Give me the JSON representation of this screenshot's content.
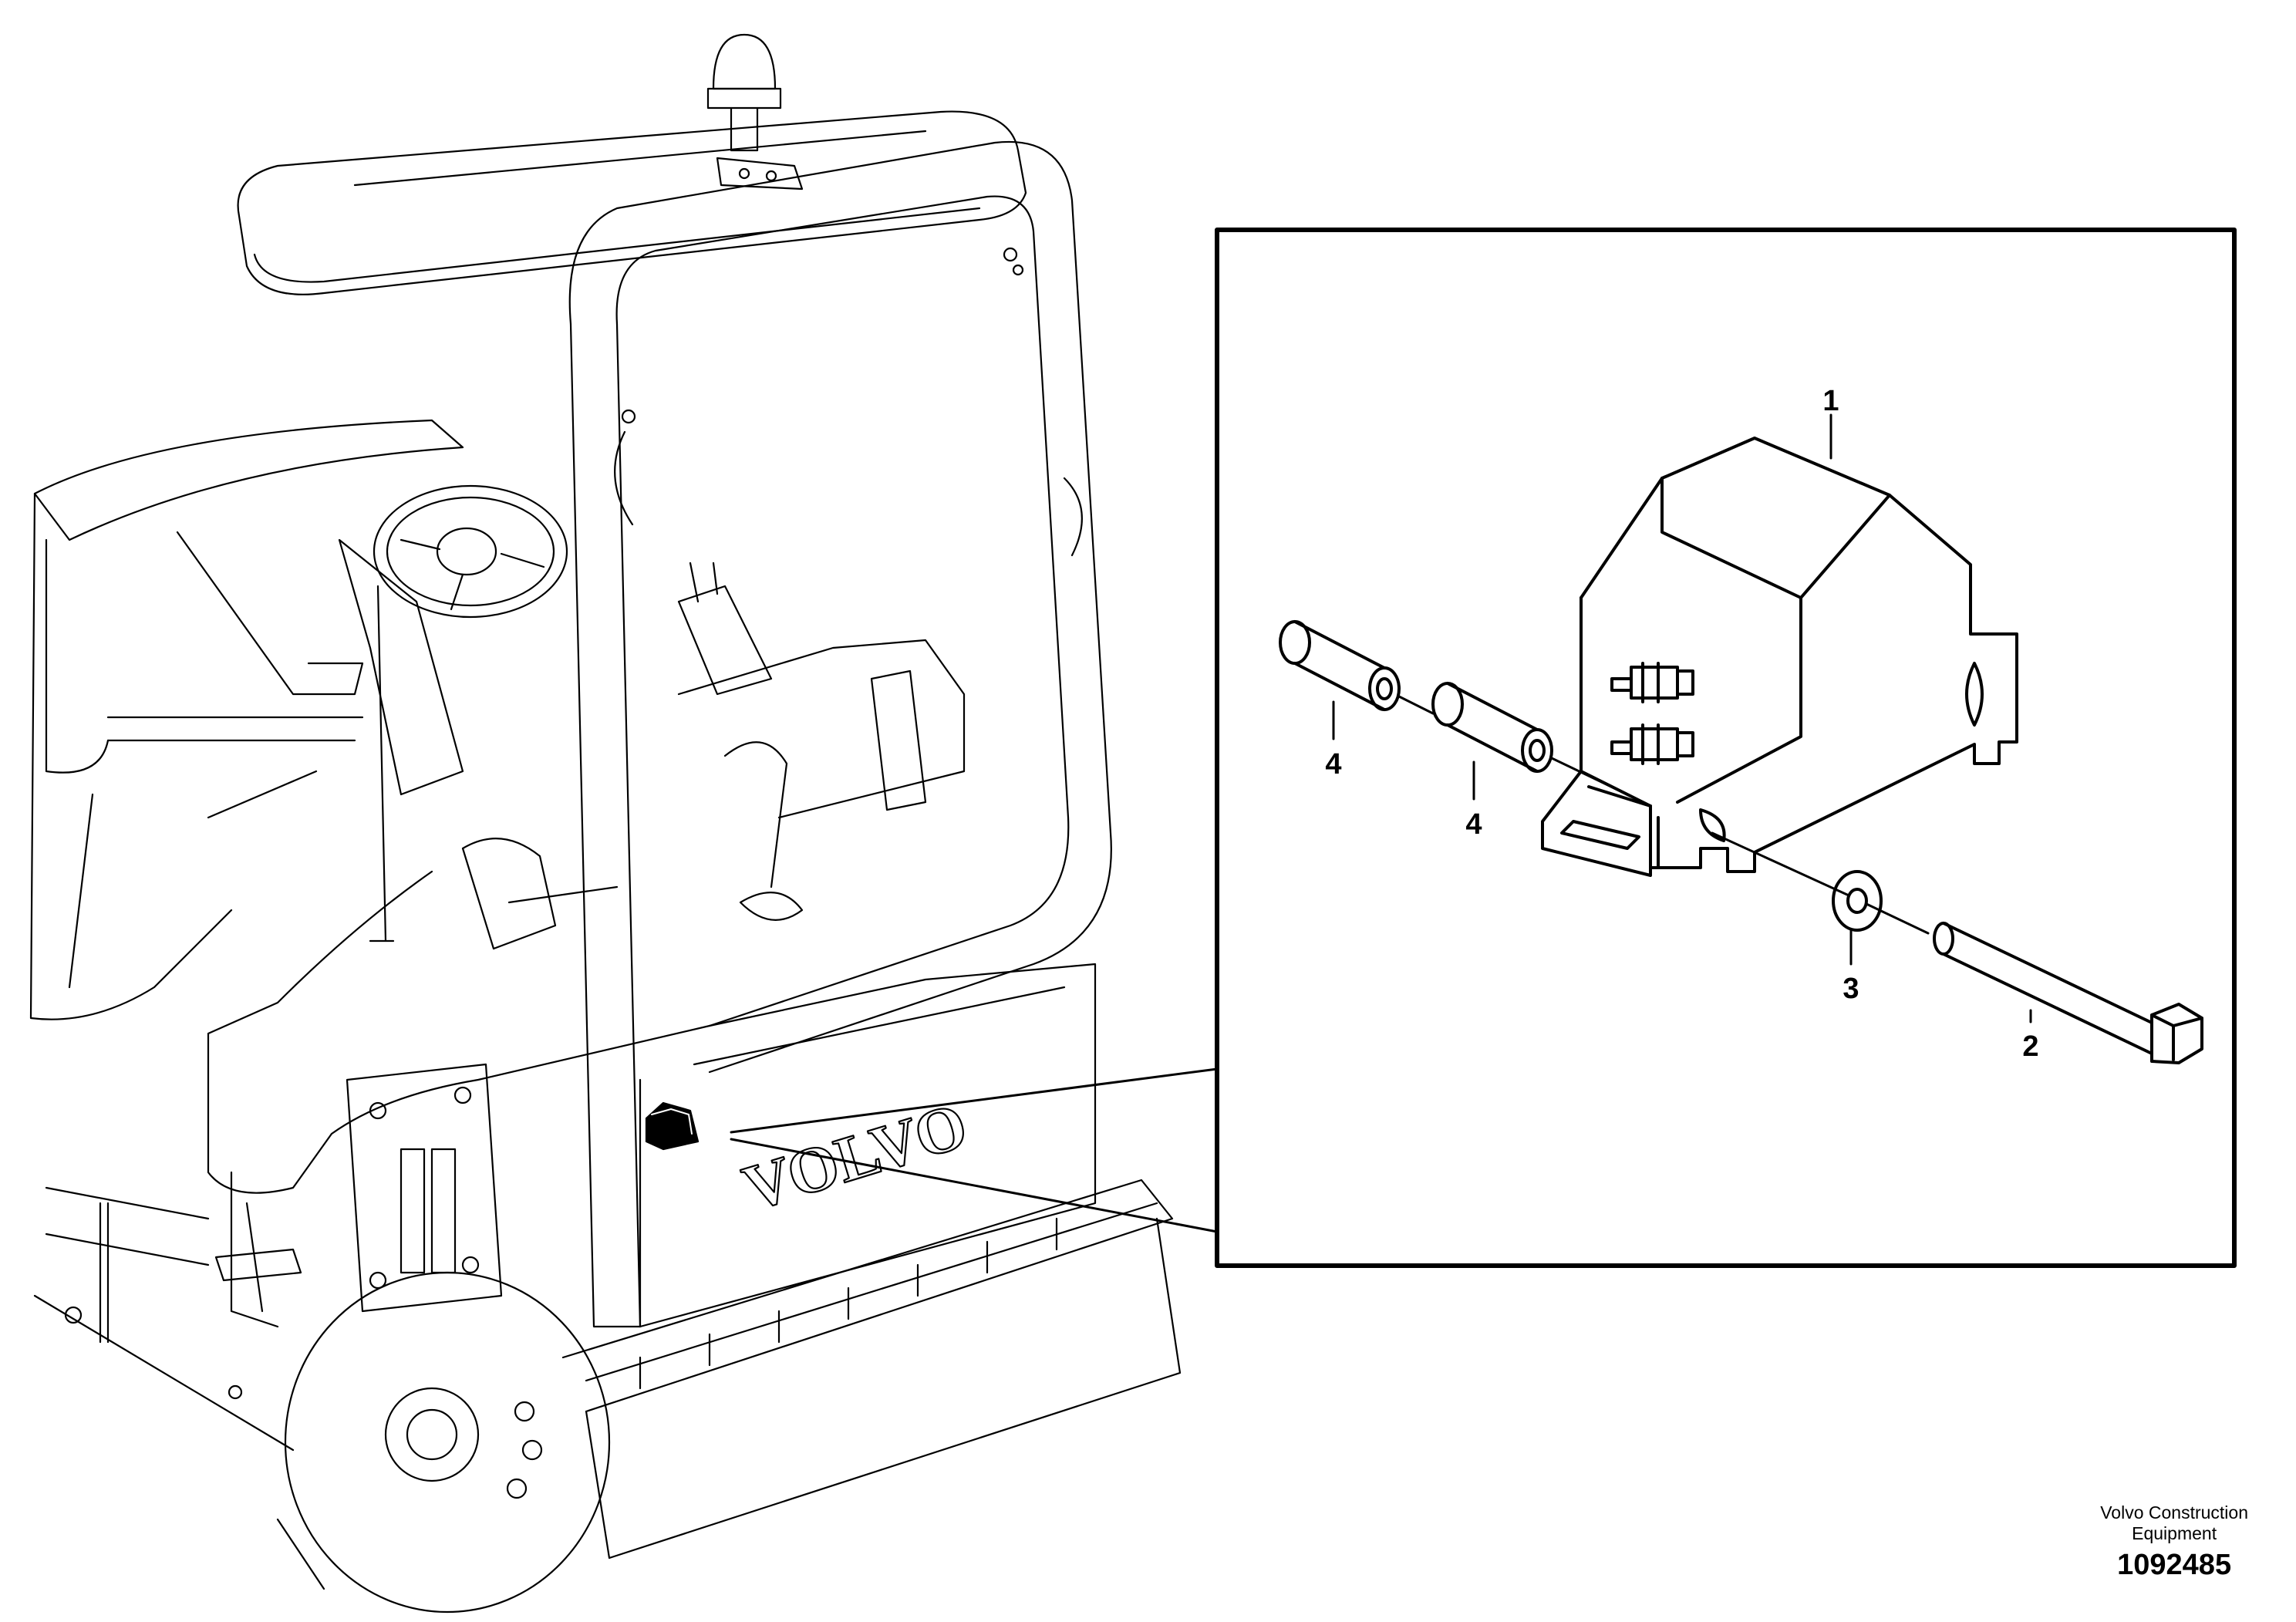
{
  "callouts": {
    "part_1": "1",
    "part_2": "2",
    "part_3": "3",
    "part_4a": "4",
    "part_4b": "4"
  },
  "brand_mark": "VOLVO",
  "footer": {
    "company_line1": "Volvo Construction",
    "company_line2": "Equipment",
    "drawing_number": "1092485"
  }
}
